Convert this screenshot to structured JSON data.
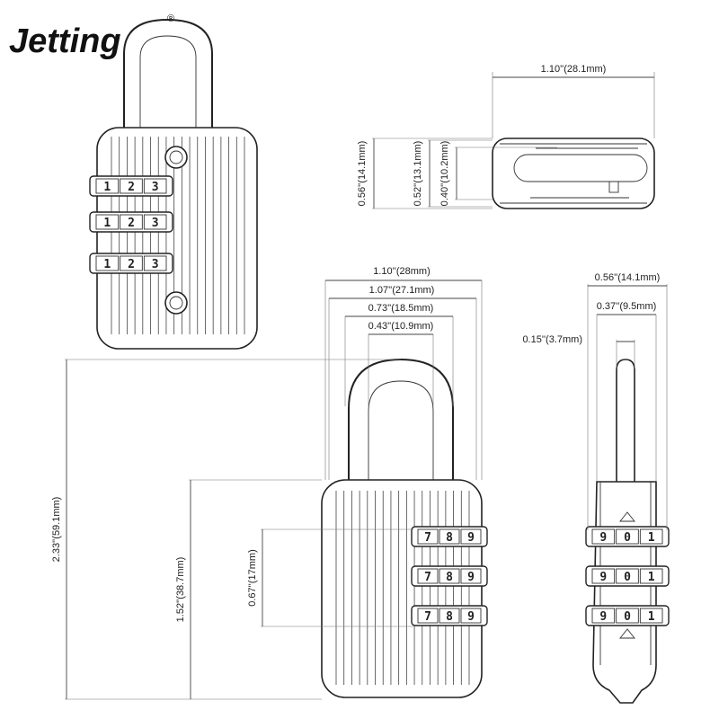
{
  "brand": {
    "name": "Jetting",
    "trademark": "®"
  },
  "combination_digits": {
    "top_view": [
      "1",
      "2",
      "3"
    ],
    "front_view": [
      "7",
      "8",
      "9"
    ],
    "side_view": [
      "9",
      "0",
      "1"
    ]
  },
  "dimensions": {
    "top_length": "1.10''(28.1mm)",
    "top_height_outer": "0.56''(14.1mm)",
    "top_height_mid": "0.52''(13.1mm)",
    "top_height_inner": "0.40''(10.2mm)",
    "front_width_total": "1.10''(28mm)",
    "front_width_body": "1.07''(27.1mm)",
    "front_shackle_outer": "0.73''(18.5mm)",
    "front_shackle_inner": "0.43''(10.9mm)",
    "front_total_height": "2.33''(59.1mm)",
    "front_body_height": "1.52''(38.7mm)",
    "front_dial_height": "0.67''(17mm)",
    "side_depth": "0.56''(14.1mm)",
    "side_mid": "0.37''(9.5mm)",
    "side_shackle": "0.15''(3.7mm)"
  }
}
